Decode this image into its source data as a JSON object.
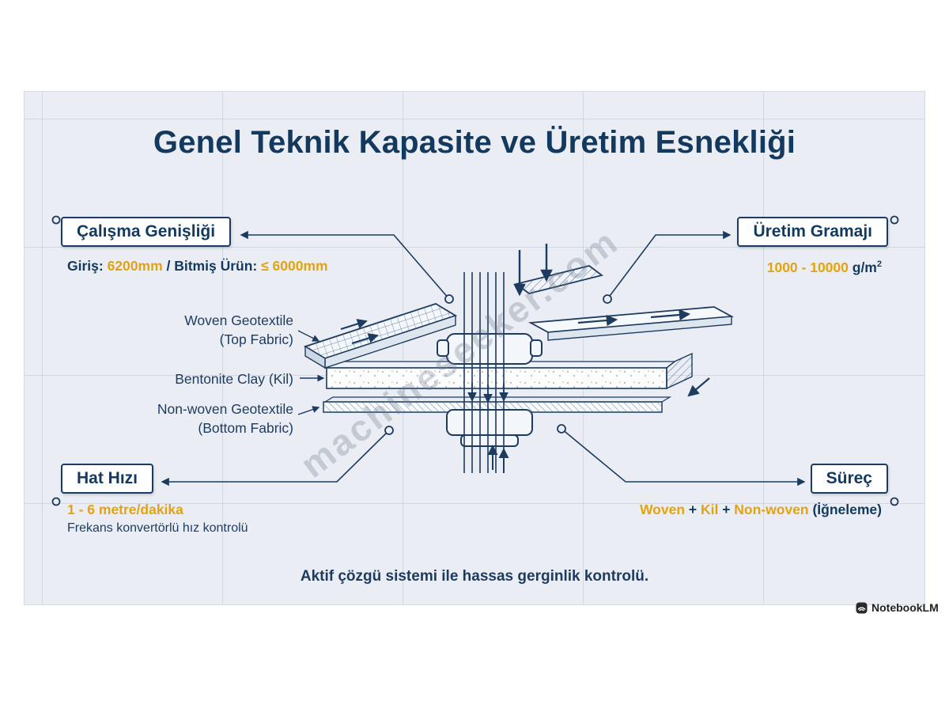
{
  "title": "Genel Teknik Kapasite ve Üretim Esnekliği",
  "panels": {
    "working_width": {
      "title": "Çalışma Genişliği",
      "detail": {
        "label1": "Giriş: ",
        "value1": "6200mm",
        "label2": " / Bitmiş Ürün: ",
        "value2": "≤ 6000mm"
      }
    },
    "production_weight": {
      "title": "Üretim Gramajı",
      "detail": {
        "value": "1000 - 10000",
        "unit": " g/m",
        "unit_sup": "2"
      }
    },
    "line_speed": {
      "title": "Hat Hızı",
      "detail": {
        "value": "1 - 6 metre/dakika",
        "note": "Frekans konvertörlü hız kontrolü"
      }
    },
    "process": {
      "title": "Süreç",
      "detail": {
        "value1": "Woven",
        "plus1": " + ",
        "value2": "Kil",
        "plus2": " + ",
        "value3": "Non-woven",
        "note": " (İğneleme)"
      }
    }
  },
  "diagram_labels": {
    "woven_line1": "Woven Geotextile",
    "woven_line2": "(Top Fabric)",
    "bentonite": "Bentonite Clay (Kil)",
    "nonwoven_line1": "Non-woven Geotextile",
    "nonwoven_line2": "(Bottom Fabric)"
  },
  "footer_note": "Aktif çözgü sistemi ile hassas gerginlik kontrolü.",
  "watermark": "machineseeker.com",
  "branding": "NotebookLM",
  "colors": {
    "navy": "#1d3a5f",
    "accent_yellow": "#e2a313",
    "card_bg": "#eaeef4"
  }
}
